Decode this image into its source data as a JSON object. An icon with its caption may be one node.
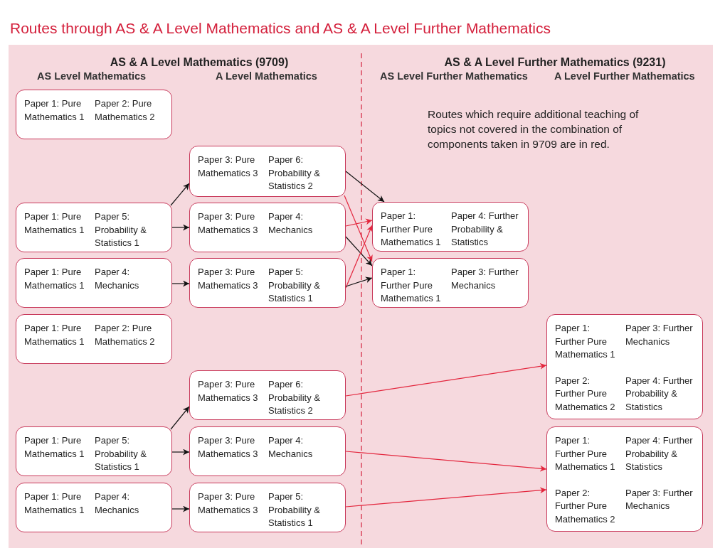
{
  "diagram": {
    "title": "Routes through AS & A Level Mathematics and AS & A Level Further Mathematics",
    "nodes": [
      {
        "text": [
          "Paper 1: Pure Mathematics 1",
          "Paper 2: Pure Mathematics 2"
        ]
      },
      {
        "text": [
          "Paper 3: Pure Mathematics 3",
          "Paper 6: Probability & Statistics 2"
        ]
      },
      {
        "text": [
          "Paper 1: Pure Mathematics 1",
          "Paper 5: Probability & Statistics 1"
        ]
      },
      {
        "text": [
          "Paper 3: Pure Mathematics 3",
          "Paper 4: Mechanics"
        ]
      },
      {
        "text": [
          "Paper 1: Pure Mathematics 1",
          "Paper 4: Mechanics"
        ]
      },
      {
        "text": [
          "Paper 3: Pure Mathematics 3",
          "Paper 5: Probability & Statistics 1"
        ]
      },
      {
        "text": [
          "Paper 1: Further Pure Mathematics 1",
          "Paper 4: Further Probability & Statistics"
        ]
      },
      {
        "text": [
          "Paper 1: Further Pure Mathematics 1",
          "Paper 3: Further Mechanics"
        ]
      },
      {
        "text": [
          "Paper 1: Pure Mathematics 1",
          "Paper 2: Pure Mathematics 2"
        ]
      },
      {
        "text": [
          "Paper 3: Pure Mathematics 3",
          "Paper 6: Probability & Statistics 2"
        ]
      },
      {
        "text": [
          "Paper 1: Pure Mathematics 1",
          "Paper 5: Probability & Statistics 1"
        ]
      },
      {
        "text": [
          "Paper 3: Pure Mathematics 3",
          "Paper 4: Mechanics"
        ]
      },
      {
        "text": [
          "Paper 1: Pure Mathematics 1",
          "Paper 4: Mechanics"
        ]
      },
      {
        "text": [
          "Paper 3: Pure Mathematics 3",
          "Paper 5: Probability & Statistics 1"
        ]
      },
      {
        "text": [
          "Paper 1: Further Pure Mathematics 1",
          "Paper 3: Further Mechanics",
          "Paper 2: Further Pure Mathematics 2",
          "Paper 4: Further Probability & Statistics"
        ]
      },
      {
        "text": [
          "Paper 1: Further Pure Mathematics 1",
          "Paper 4: Further Probability & Statistics",
          "Paper 2: Further Pure Mathematics 2",
          "Paper 3: Further Mechanics"
        ]
      }
    ],
    "edges": [
      {
        "from": 2,
        "to": 1,
        "arrow": "to"
      },
      {
        "from": 2,
        "to": 3,
        "arrow": "to"
      },
      {
        "from": 4,
        "to": 5,
        "arrow": "to"
      },
      {
        "from": 1,
        "to": 6,
        "arrow": "to"
      },
      {
        "from": 1,
        "to": 7,
        "arrow": "to",
        "color": "#e3263d"
      },
      {
        "from": 3,
        "to": 6,
        "arrow": "to",
        "color": "#e3263d"
      },
      {
        "from": 3,
        "to": 7,
        "arrow": "to"
      },
      {
        "from": 5,
        "to": 6,
        "arrow": "to",
        "color": "#e3263d"
      },
      {
        "from": 5,
        "to": 7,
        "arrow": "to"
      },
      {
        "from": 10,
        "to": 9,
        "arrow": "to"
      },
      {
        "from": 10,
        "to": 11,
        "arrow": "to"
      },
      {
        "from": 12,
        "to": 13,
        "arrow": "to"
      },
      {
        "from": 9,
        "to": 14,
        "arrow": "to",
        "color": "#e3263d"
      },
      {
        "from": 11,
        "to": 15,
        "arrow": "to",
        "color": "#e3263d"
      },
      {
        "from": 13,
        "to": 15,
        "arrow": "to",
        "color": "#e3263d"
      }
    ],
    "labels": [
      "AS & A Level Mathematics (9709)",
      "AS & A Level Further Mathematics (9231)",
      "AS Level Mathematics",
      "A Level Mathematics",
      "AS Level Further Mathematics",
      "A Level Further Mathematics",
      "Routes which require additional teaching of topics not covered in the combination of components taken in 9709 are in red."
    ]
  }
}
